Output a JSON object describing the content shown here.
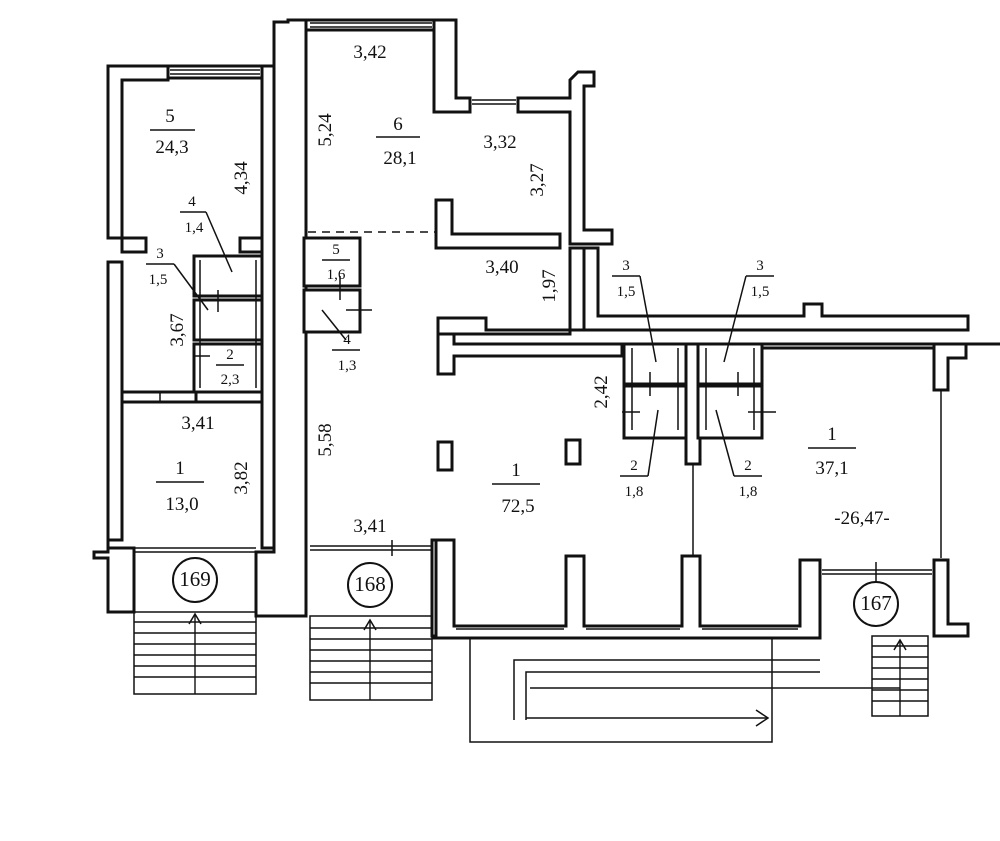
{
  "units": {
    "u169": {
      "number": "169",
      "rooms": [
        {
          "id": "r5",
          "number": "5",
          "area": "24,3"
        },
        {
          "id": "r4",
          "number": "4",
          "area": "1,4"
        },
        {
          "id": "r3",
          "number": "3",
          "area": "1,5"
        },
        {
          "id": "r2",
          "number": "2",
          "area": "2,3"
        },
        {
          "id": "r1",
          "number": "1",
          "area": "13,0"
        }
      ],
      "dims": [
        "4,34",
        "3,67",
        "3,41",
        "3,82"
      ]
    },
    "u168": {
      "number": "168",
      "rooms": [
        {
          "id": "r6",
          "number": "6",
          "area": "28,1"
        },
        {
          "id": "r5",
          "number": "5",
          "area": "1,6"
        },
        {
          "id": "r4",
          "number": "4",
          "area": "1,3"
        },
        {
          "id": "r1",
          "number": "1",
          "area": "72,5"
        },
        {
          "id": "r3",
          "number": "3",
          "area": "1,5"
        },
        {
          "id": "r2",
          "number": "2",
          "area": "1,8"
        }
      ],
      "dims": [
        "3,42",
        "5,24",
        "3,32",
        "3,27",
        "3,40",
        "1,97",
        "5,58",
        "3,41",
        "2,42"
      ]
    },
    "u167": {
      "number": "167",
      "rooms": [
        {
          "id": "r3",
          "number": "3",
          "area": "1,5"
        },
        {
          "id": "r2",
          "number": "2",
          "area": "1,8"
        },
        {
          "id": "r1",
          "number": "1",
          "area": "37,1"
        }
      ],
      "dims": [
        "-26,47-"
      ]
    }
  }
}
